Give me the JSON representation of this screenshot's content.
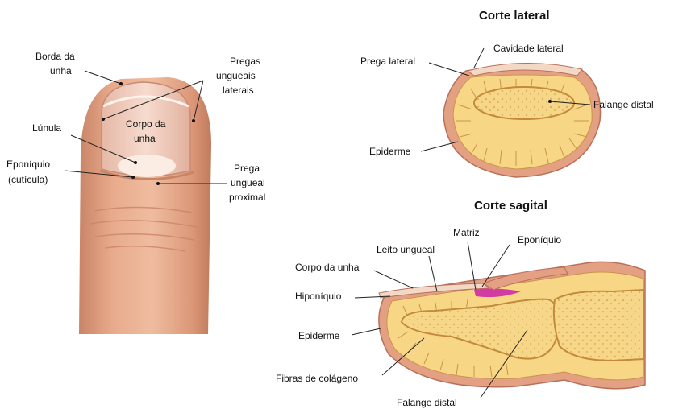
{
  "titles": {
    "lateral": "Corte lateral",
    "sagittal": "Corte sagital"
  },
  "finger_labels": {
    "borda_1": "Borda da",
    "borda_2": "unha",
    "pregas_1": "Pregas",
    "pregas_2": "ungueais",
    "pregas_3": "laterais",
    "lunula": "Lúnula",
    "corpo_1": "Corpo da",
    "corpo_2": "unha",
    "eponiquio_1": "Eponíquio",
    "eponiquio_2": "(cutícula)",
    "prega_prox_1": "Prega",
    "prega_prox_2": "ungueal",
    "prega_prox_3": "proximal"
  },
  "lateral_labels": {
    "cavidade": "Cavidade lateral",
    "prega_lateral": "Prega lateral",
    "falange": "Falange distal",
    "epiderme": "Epiderme"
  },
  "sagittal_labels": {
    "matriz": "Matriz",
    "eponiquio": "Eponíquio",
    "leito": "Leito ungueal",
    "corpo": "Corpo da unha",
    "hiponiquio": "Hiponíquio",
    "epiderme": "Epiderme",
    "fibras": "Fibras de colágeno",
    "falange": "Falange distal"
  },
  "colors": {
    "skin": "#e8aa8c",
    "skin_dark": "#d08868",
    "nail": "#f3d2c4",
    "tissue": "#f6d27a",
    "tissue_light": "#fbe7a8",
    "bone": "#f4d890",
    "matrix": "#d23ca0"
  }
}
